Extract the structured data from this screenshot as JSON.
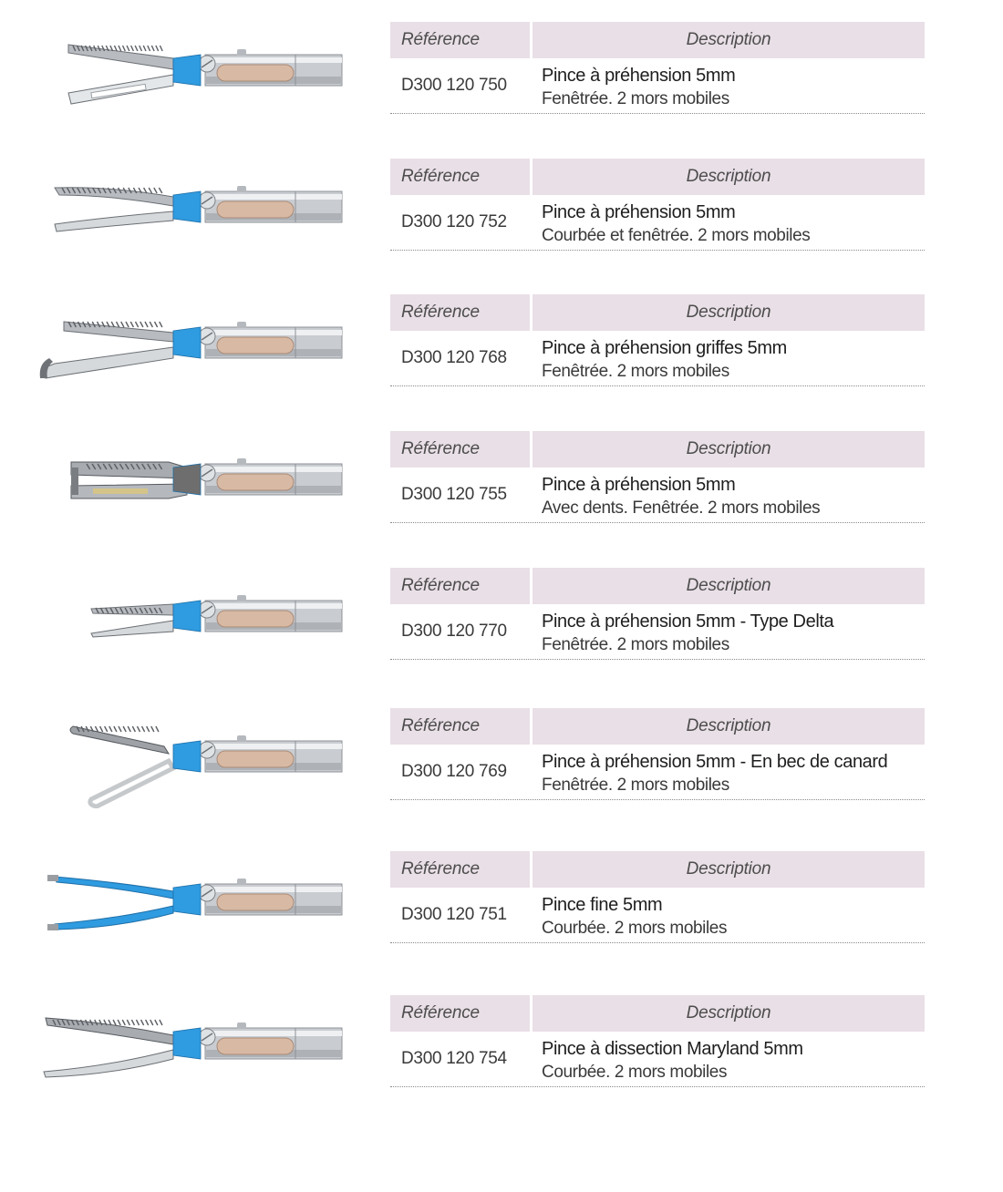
{
  "header": {
    "reference_label": "Référence",
    "description_label": "Description"
  },
  "products": [
    {
      "reference": "D300 120 750",
      "title": "Pince à préhension 5mm",
      "subtitle": "Fenêtrée. 2 mors mobiles",
      "jaw_style": "fenestrated-straight",
      "jaw_color": "#2f9be0"
    },
    {
      "reference": "D300 120 752",
      "title": "Pince à préhension 5mm",
      "subtitle": "Courbée et fenêtrée. 2 mors mobiles",
      "jaw_style": "curved-fenestrated",
      "jaw_color": "#2f9be0"
    },
    {
      "reference": "D300 120 768",
      "title": "Pince à préhension griffes 5mm",
      "subtitle": "Fenêtrée. 2 mors mobiles",
      "jaw_style": "claw",
      "jaw_color": "#2f9be0"
    },
    {
      "reference": "D300 120 755",
      "title": "Pince à préhension 5mm",
      "subtitle": "Avec dents. Fenêtrée. 2 mors mobiles",
      "jaw_style": "toothed",
      "jaw_color": "#6e6e6e"
    },
    {
      "reference": "D300 120 770",
      "title": "Pince à préhension 5mm - Type Delta",
      "subtitle": "Fenêtrée. 2 mors mobiles",
      "jaw_style": "delta",
      "jaw_color": "#2f9be0"
    },
    {
      "reference": "D300 120 769",
      "title": "Pince à préhension 5mm - En bec de canard",
      "subtitle": "Fenêtrée. 2 mors mobiles",
      "jaw_style": "duckbill",
      "jaw_color": "#2f9be0"
    },
    {
      "reference": "D300 120 751",
      "title": "Pince fine 5mm",
      "subtitle": "Courbée. 2 mors mobiles",
      "jaw_style": "fine",
      "jaw_color": "#2f9be0"
    },
    {
      "reference": "D300 120 754",
      "title": "Pince à dissection Maryland 5mm",
      "subtitle": "Courbée. 2 mors mobiles",
      "jaw_style": "maryland",
      "jaw_color": "#2f9be0"
    }
  ]
}
